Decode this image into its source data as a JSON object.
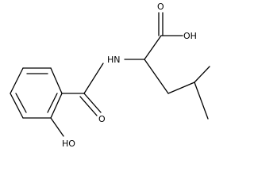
{
  "molecule": {
    "atoms": [
      {
        "id": "O_carbonyl_acid",
        "symbol": "O",
        "label": "O"
      },
      {
        "id": "OH_acid",
        "symbol": "O",
        "label": "OH"
      },
      {
        "id": "NH",
        "symbol": "N",
        "label": "HN"
      },
      {
        "id": "O_amide",
        "symbol": "O",
        "label": "O"
      },
      {
        "id": "OH_phenol",
        "symbol": "O",
        "label": "HO"
      }
    ],
    "colors": {
      "bond": "#000000",
      "label": "#000000",
      "background": "#ffffff"
    }
  }
}
